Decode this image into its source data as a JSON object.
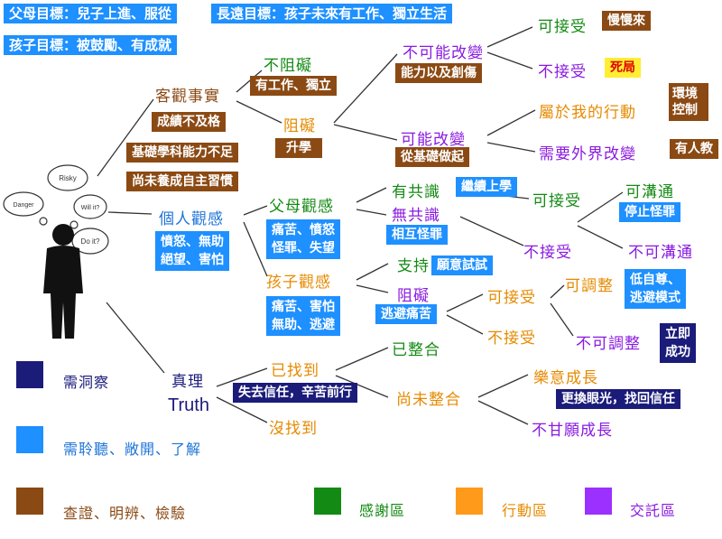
{
  "goals": {
    "parent": "父母目標：兒子上進、服從",
    "longterm": "長遠目標：孩子未來有工作、獨立生活",
    "child": "孩子目標：被鼓勵、有成就"
  },
  "figure": {
    "bubble_1": "Risky",
    "bubble_2": "Danger",
    "bubble_3": "Will it?",
    "bubble_4": "Do it?"
  },
  "branches": {
    "objective_facts": "客觀事實",
    "fact_1": "成績不及格",
    "fact_2": "基礎學科能力不足",
    "fact_3": "尚未養成自主習慣",
    "not_obstacle": "不阻礙",
    "not_obstacle_box": "有工作、獨立",
    "obstacle": "阻礙",
    "obstacle_box": "升學",
    "cannot_change": "不可能改變",
    "cannot_change_box": "能力以及創傷",
    "accept_1": "可接受",
    "accept_1_box": "慢慢來",
    "reject_1": "不接受",
    "reject_1_box": "死局",
    "can_change": "可能改變",
    "can_change_box": "從基礎做起",
    "own_action": "屬於我的行動",
    "own_action_box": "環境控制",
    "external_change": "需要外界改變",
    "external_change_box": "有人教",
    "personal_view": "個人觀感",
    "personal_box": "憤怒、無助\n絕望、害怕",
    "parent_view": "父母觀感",
    "parent_box": "痛苦、憤怒\n怪罪、失望",
    "consensus": "有共識",
    "consensus_box": "繼續上學",
    "no_consensus": "無共識",
    "no_consensus_box": "相互怪罪",
    "accept_2": "可接受",
    "communicable": "可溝通",
    "communicable_box": "停止怪罪",
    "reject_2": "不接受",
    "not_communicable": "不可溝通",
    "child_view": "孩子觀感",
    "child_box": "痛苦、害怕\n無助、逃避",
    "support": "支持",
    "support_box": "願意試試",
    "hinder": "阻礙",
    "hinder_box": "逃避痛苦",
    "accept_3": "可接受",
    "adjustable": "可調整",
    "adjustable_box": "低自尊、\n逃避模式",
    "reject_3": "不接受",
    "not_adjustable": "不可調整",
    "not_adjustable_box": "立即\n成功",
    "truth": "真理",
    "truth_en": "Truth",
    "found": "已找到",
    "found_box": "失去信任，辛苦前行",
    "not_found": "沒找到",
    "integrated": "已整合",
    "not_integrated": "尚未整合",
    "willing_grow": "樂意成長",
    "willing_box": "更換眼光，找回信任",
    "unwilling_grow": "不甘願成長"
  },
  "legend": [
    {
      "label": "需洞察",
      "color": "#1b1b7a"
    },
    {
      "label": "需聆聽、敞開、了解",
      "color": "#1e90ff"
    },
    {
      "label": "查證、明辨、檢驗",
      "color": "#8b4a14"
    },
    {
      "label": "感謝區",
      "color": "#138a13"
    },
    {
      "label": "行動區",
      "color": "#ff9a1a"
    },
    {
      "label": "交託區",
      "color": "#9b30ff"
    }
  ]
}
